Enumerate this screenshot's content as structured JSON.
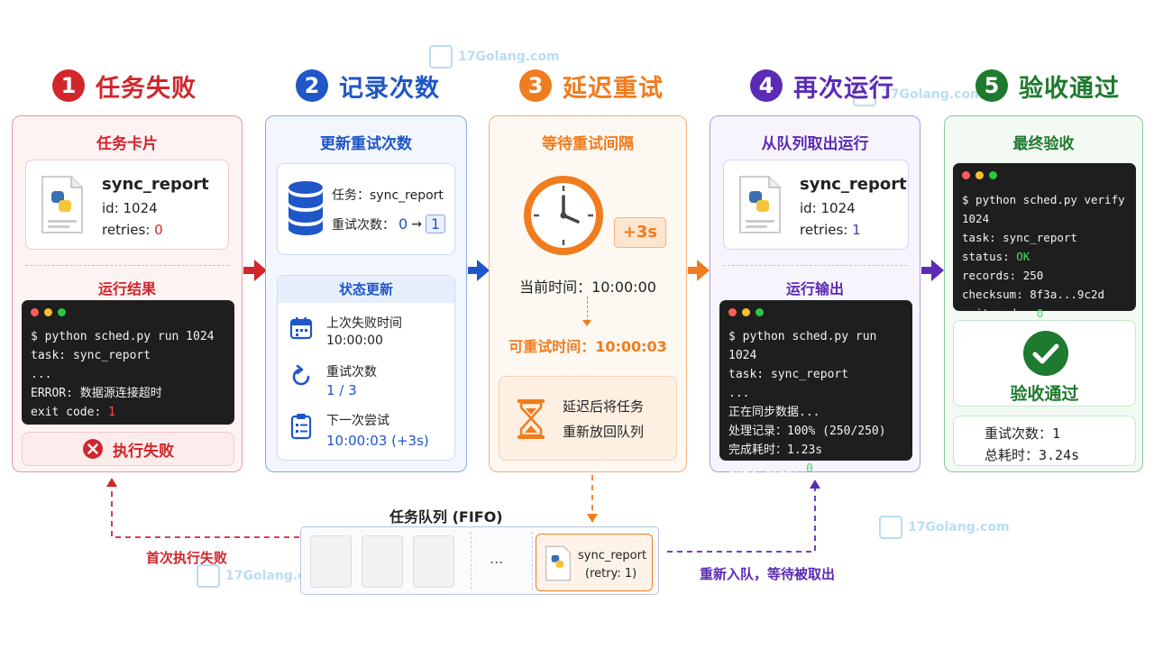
{
  "watermark": "17Golang.com",
  "steps": [
    {
      "num": "1",
      "title": "任务失败",
      "color": "#d0262c"
    },
    {
      "num": "2",
      "title": "记录次数",
      "color": "#1f56c8"
    },
    {
      "num": "3",
      "title": "延迟重试",
      "color": "#f07c1e"
    },
    {
      "num": "4",
      "title": "再次运行",
      "color": "#5b2bb5"
    },
    {
      "num": "5",
      "title": "验收通过",
      "color": "#1e7a2e"
    }
  ],
  "col1": {
    "title": "任务卡片",
    "task": {
      "name": "sync_report",
      "id": "id: 1024",
      "retries_label": "retries: ",
      "retries_value": "0"
    },
    "section": "运行结果",
    "terminal": [
      "$ python sched.py run 1024",
      "task: sync_report",
      "...",
      "ERROR: 数据源连接超时",
      "exit code: "
    ],
    "exit_value": "1",
    "fail_label": "执行失败"
  },
  "col2": {
    "title": "更新重试次数",
    "task_line": "任务：sync_report",
    "retry_label": "重试次数：",
    "retry_from": "0",
    "retry_to": "1",
    "status_title": "状态更新",
    "items": [
      {
        "label": "上次失败时间",
        "value": "10:00:00"
      },
      {
        "label": "重试次数",
        "value": "1 / 3"
      },
      {
        "label": "下一次尝试",
        "value": "10:00:03 (+3s)"
      }
    ]
  },
  "col3": {
    "title": "等待重试间隔",
    "delay": "+3s",
    "current_time": "当前时间：10:00:00",
    "retry_time": "可重试时间：10:00:03",
    "note_line1": "延迟后将任务",
    "note_line2": "重新放回队列"
  },
  "col4": {
    "title": "从队列取出运行",
    "task": {
      "name": "sync_report",
      "id": "id: 1024",
      "retries_label": "retries: ",
      "retries_value": "1"
    },
    "section": "运行输出",
    "terminal": [
      "$ python sched.py run 1024",
      "task: sync_report",
      "...",
      "正在同步数据...",
      "处理记录：100% (250/250)",
      "完成耗时：1.23s",
      "exit code: "
    ],
    "exit_value": "0"
  },
  "col5": {
    "title": "最终验收",
    "terminal_cmd": "$ python sched.py verify 1024",
    "terminal_task": "task: sync_report",
    "status_label": "status: ",
    "status_value": "OK",
    "records": "records: 250",
    "checksum": "checksum: 8f3a...9c2d",
    "exit_label": "exit code: ",
    "exit_value": "0",
    "pass_label": "验收通过",
    "retry_count": "重试次数：1",
    "total_time": "总耗时：3.24s"
  },
  "queue": {
    "title": "任务队列 (FIFO)",
    "ellipsis": "...",
    "item_name": "sync_report",
    "item_retry": "(retry: 1)"
  },
  "flows": {
    "first_fail": "首次执行失败",
    "requeue": "重新入队，等待被取出"
  }
}
